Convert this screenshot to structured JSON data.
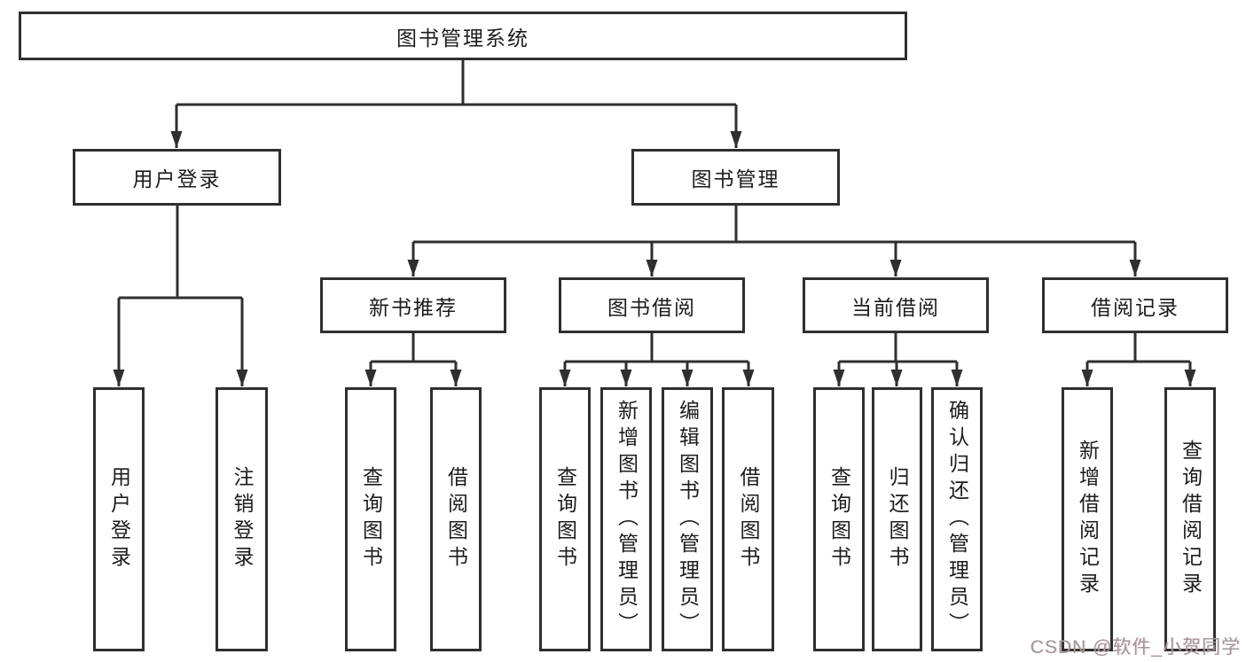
{
  "diagram": {
    "root": {
      "label": "图书管理系统"
    },
    "level2": [
      {
        "label": "用户登录",
        "children": [
          {
            "label": "用户登录"
          },
          {
            "label": "注销登录"
          }
        ]
      },
      {
        "label": "图书管理",
        "children": [
          {
            "label": "新书推荐",
            "children": [
              {
                "label": "查询图书"
              },
              {
                "label": "借阅图书"
              }
            ]
          },
          {
            "label": "图书借阅",
            "children": [
              {
                "label": "查询图书"
              },
              {
                "label": "新增图书（管理员）"
              },
              {
                "label": "编辑图书（管理员）"
              },
              {
                "label": "借阅图书"
              }
            ]
          },
          {
            "label": "当前借阅",
            "children": [
              {
                "label": "查询图书"
              },
              {
                "label": "归还图书"
              },
              {
                "label": "确认归还（管理员）"
              }
            ]
          },
          {
            "label": "借阅记录",
            "children": [
              {
                "label": "新增借阅记录"
              },
              {
                "label": "查询借阅记录"
              }
            ]
          }
        ]
      }
    ]
  },
  "watermark": {
    "text": "CSDN @软件_小贺同学"
  },
  "colors": {
    "line": "#2f2f2f",
    "text": "#1c1c1c",
    "background": "#ffffff",
    "watermark": "#a19797"
  }
}
